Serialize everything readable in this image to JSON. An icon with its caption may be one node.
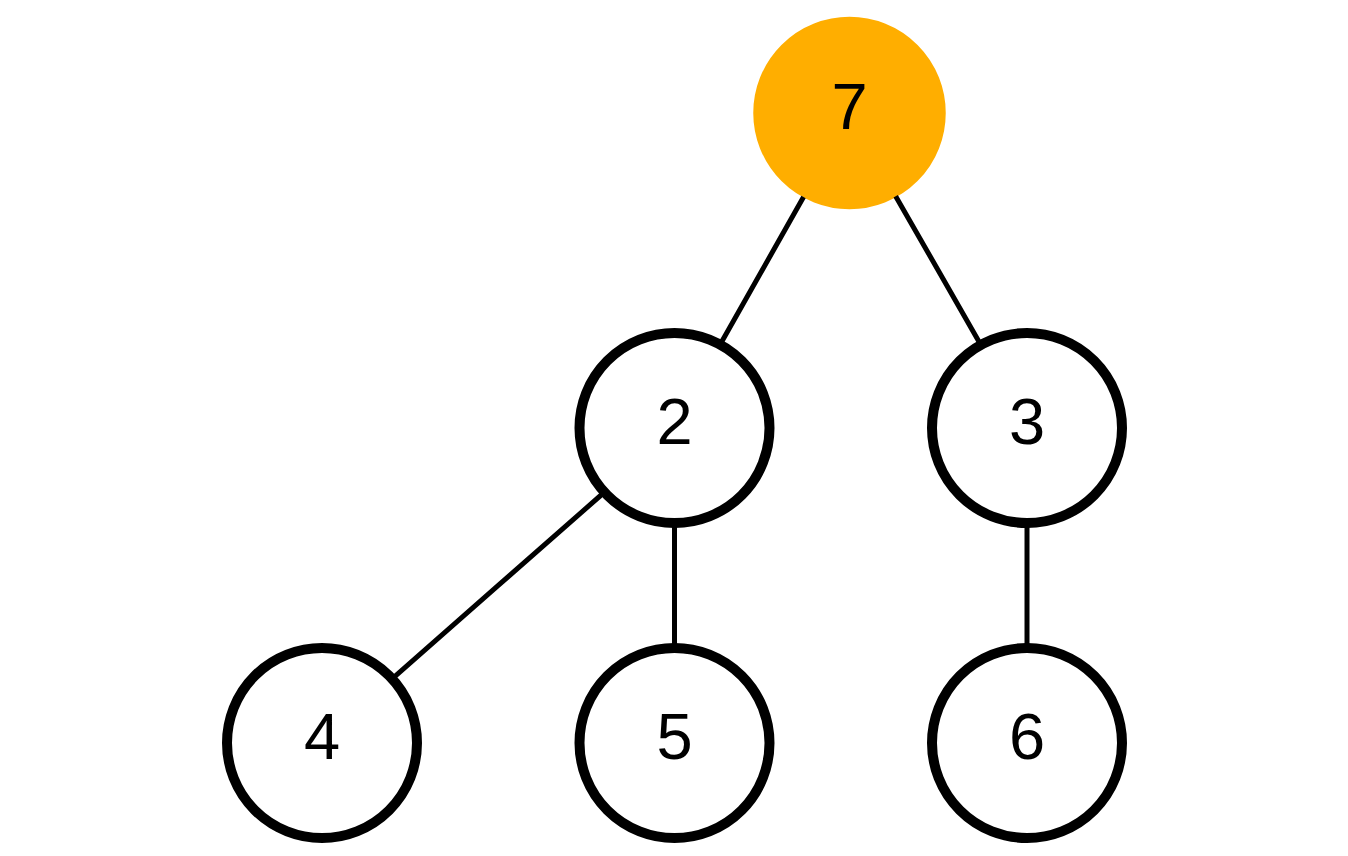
{
  "diagram": {
    "nodes": [
      {
        "text": [
          "7"
        ]
      },
      {
        "text": [
          "2"
        ]
      },
      {
        "text": [
          "3"
        ]
      },
      {
        "text": [
          "4"
        ]
      },
      {
        "text": [
          "5"
        ]
      },
      {
        "text": [
          "6"
        ]
      }
    ],
    "edges": [
      {
        "from": 0,
        "to": 1,
        "arrow": "none"
      },
      {
        "from": 0,
        "to": 2,
        "arrow": "none"
      },
      {
        "from": 1,
        "to": 3,
        "arrow": "none"
      },
      {
        "from": 1,
        "to": 4,
        "arrow": "none"
      },
      {
        "from": 2,
        "to": 5,
        "arrow": "none"
      }
    ]
  }
}
